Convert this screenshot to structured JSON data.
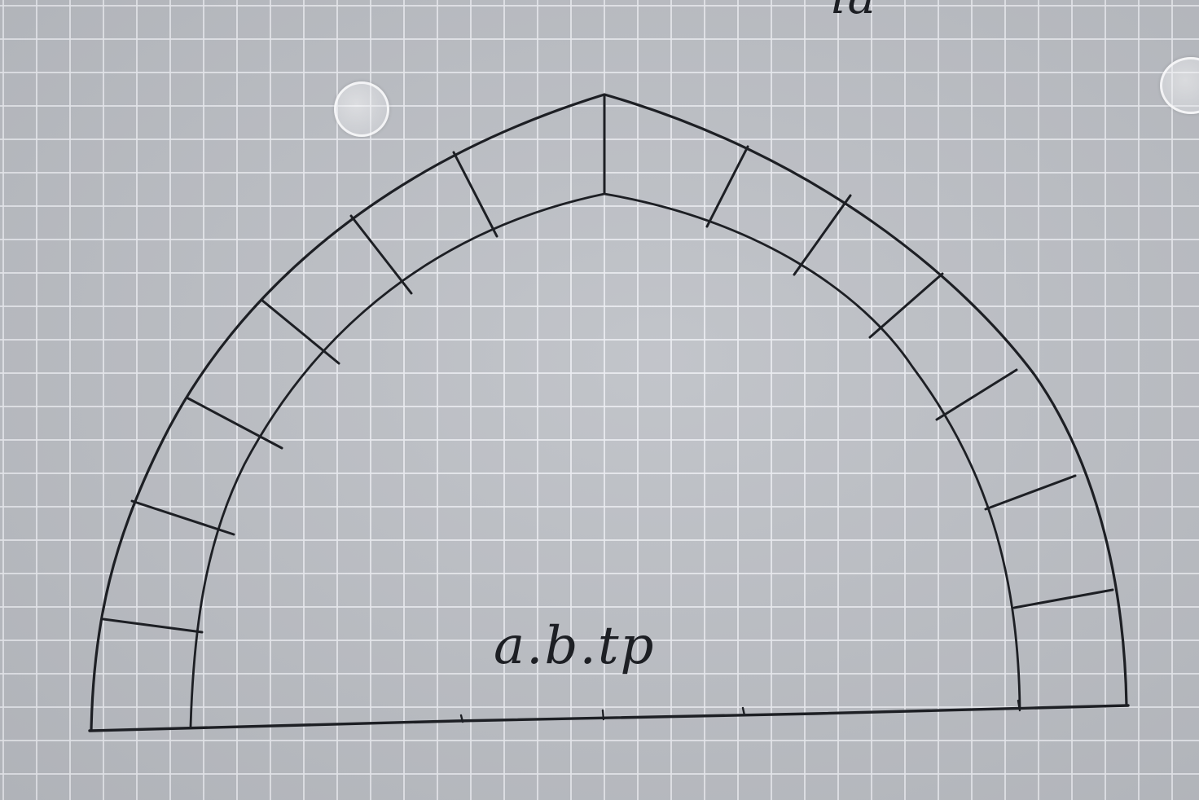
{
  "figure": {
    "label": "a.b.tp",
    "corner_note": "ia",
    "ink_color": "#1d1f24",
    "paper_color": "#bbbec4",
    "grid_color": "#ebedf2",
    "description_type": "hand-drawn pointed arch with voussoirs on graph paper"
  }
}
